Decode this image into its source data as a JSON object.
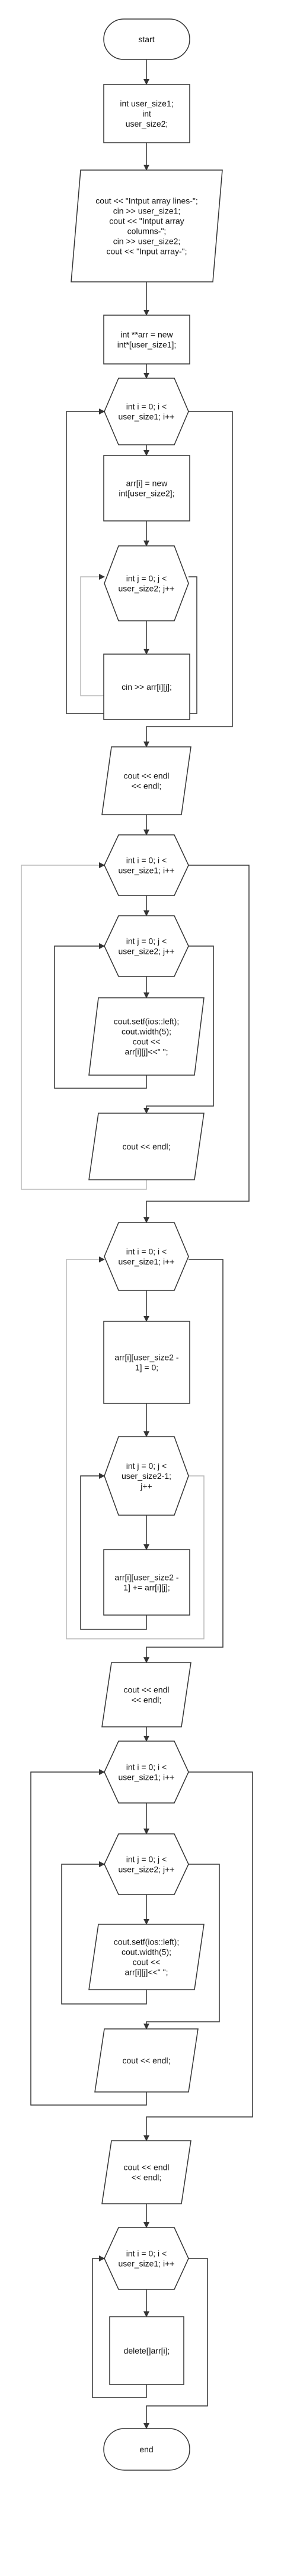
{
  "flowchart": {
    "start": "start",
    "end": "end",
    "nodes": [
      {
        "id": "decl",
        "lines": [
          "int user_size1;",
          "int",
          "user_size2;"
        ]
      },
      {
        "id": "input_sizes",
        "lines": [
          "cout << \"Intput array lines-\";",
          "cin >> user_size1;",
          "cout << \"Intput array",
          "columns-\";",
          "cin >> user_size2;",
          "cout << \"Input array-\";"
        ]
      },
      {
        "id": "alloc_rows",
        "lines": [
          "int **arr = new",
          "int*[user_size1];"
        ]
      },
      {
        "id": "loop1_i",
        "lines": [
          "int i = 0; i <",
          "user_size1; i++"
        ]
      },
      {
        "id": "alloc_cols",
        "lines": [
          "arr[i] = new",
          "int[user_size2];"
        ]
      },
      {
        "id": "loop1_j",
        "lines": [
          "int j = 0; j <",
          "user_size2; j++"
        ]
      },
      {
        "id": "cin_elem",
        "lines": [
          "cin >> arr[i][j];"
        ]
      },
      {
        "id": "endl1",
        "lines": [
          "cout << endl",
          "<< endl;"
        ]
      },
      {
        "id": "loop2_i",
        "lines": [
          "int i = 0; i <",
          "user_size1; i++"
        ]
      },
      {
        "id": "loop2_j",
        "lines": [
          "int j = 0; j <",
          "user_size2; j++"
        ]
      },
      {
        "id": "print1",
        "lines": [
          "cout.setf(ios::left);",
          "cout.width(5);",
          "cout <<",
          "arr[i][j]<<\"  \";"
        ]
      },
      {
        "id": "endl_row1",
        "lines": [
          "cout << endl;"
        ]
      },
      {
        "id": "loop3_i",
        "lines": [
          "int i = 0; i <",
          "user_size1; i++"
        ]
      },
      {
        "id": "zero_last",
        "lines": [
          "arr[i][user_size2 -",
          "1] = 0;"
        ]
      },
      {
        "id": "loop3_j",
        "lines": [
          "int j = 0; j <",
          "user_size2-1;",
          "j++"
        ]
      },
      {
        "id": "sum_last",
        "lines": [
          "arr[i][user_size2 -",
          "1] += arr[i][j];"
        ]
      },
      {
        "id": "endl2",
        "lines": [
          "cout << endl",
          "<< endl;"
        ]
      },
      {
        "id": "loop4_i",
        "lines": [
          "int i = 0; i <",
          "user_size1; i++"
        ]
      },
      {
        "id": "loop4_j",
        "lines": [
          "int j = 0; j <",
          "user_size2; j++"
        ]
      },
      {
        "id": "print2",
        "lines": [
          "cout.setf(ios::left);",
          "cout.width(5);",
          "cout <<",
          "arr[i][j]<<\"  \";"
        ]
      },
      {
        "id": "endl_row2",
        "lines": [
          "cout << endl;"
        ]
      },
      {
        "id": "endl3",
        "lines": [
          "cout << endl",
          "<< endl;"
        ]
      },
      {
        "id": "loop5_i",
        "lines": [
          "int i = 0; i <",
          "user_size1; i++"
        ]
      },
      {
        "id": "delete_row",
        "lines": [
          "delete[]arr[i];"
        ]
      }
    ]
  }
}
